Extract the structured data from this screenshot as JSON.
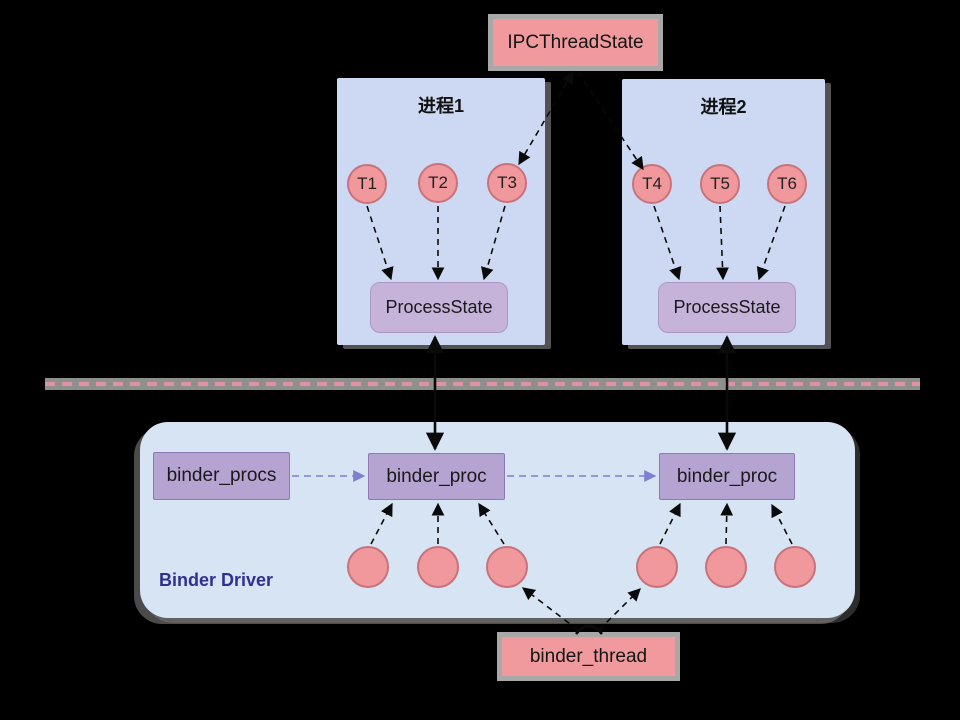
{
  "diagram": {
    "title_box": {
      "label": "IPCThreadState"
    },
    "process1": {
      "title": "进程1",
      "threads": [
        "T1",
        "T2",
        "T3"
      ],
      "state_label": "ProcessState"
    },
    "process2": {
      "title": "进程2",
      "threads": [
        "T4",
        "T5",
        "T6"
      ],
      "state_label": "ProcessState"
    },
    "binder_driver": {
      "label": "Binder Driver",
      "procs_box": "binder_procs",
      "proc_box_left": "binder_proc",
      "proc_box_right": "binder_proc"
    },
    "thread_box": {
      "label": "binder_thread"
    },
    "colors": {
      "background": "#000000",
      "salmon_box_fill": "#F09A9D",
      "salmon_box_border": "#A8A8A8",
      "process_bg": "#CDD9F3",
      "driver_bg": "#D6E4F4",
      "state_box_fill": "#C5B3DA",
      "proc_box_fill": "#B5A3D2",
      "circle_fill": "#F0989C",
      "circle_border": "#C8737C",
      "divider_gray": "#8F8F8F",
      "divider_pink": "#DE92A2",
      "arrow_black": "#0A0A0A",
      "arrow_purple": "#7F7FD0",
      "driver_label_color": "#332E91"
    }
  }
}
